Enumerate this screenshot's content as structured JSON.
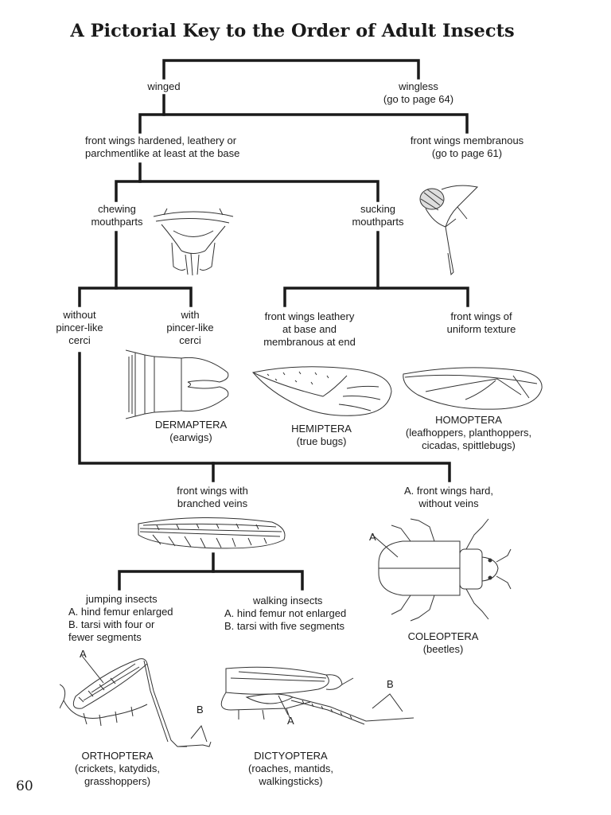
{
  "title": "A Pictorial Key to the Order of Adult Insects",
  "page_number": "60",
  "nodes": {
    "winged": "winged",
    "wingless": [
      "wingless",
      "(go to page 64)"
    ],
    "front_wings_hardened": [
      "front wings hardened, leathery or",
      "parchmentlike at least at the base"
    ],
    "front_wings_membranous": [
      "front wings membranous",
      "(go to page 61)"
    ],
    "chewing": [
      "chewing",
      "mouthparts"
    ],
    "sucking": [
      "sucking",
      "mouthparts"
    ],
    "without_cerci": [
      "without",
      "pincer-like",
      "cerci"
    ],
    "with_cerci": [
      "with",
      "pincer-like",
      "cerci"
    ],
    "leathery_base": [
      "front wings leathery",
      "at base and",
      "membranous at end"
    ],
    "uniform_texture": [
      "front wings of",
      "uniform texture"
    ],
    "dermaptera": [
      "DERMAPTERA",
      "(earwigs)"
    ],
    "hemiptera": [
      "HEMIPTERA",
      "(true bugs)"
    ],
    "homoptera": [
      "HOMOPTERA",
      "(leafhoppers, planthoppers,",
      "cicadas, spittlebugs)"
    ],
    "branched_veins": [
      "front wings with",
      "branched veins"
    ],
    "hard_no_veins": [
      "A. front wings hard,",
      "without veins"
    ],
    "coleoptera": [
      "COLEOPTERA",
      "(beetles)"
    ],
    "jumping": [
      "jumping insects",
      "A. hind femur enlarged",
      "B. tarsi with four or",
      "fewer segments"
    ],
    "walking": [
      "walking insects",
      "A. hind femur not enlarged",
      "B. tarsi with five segments"
    ],
    "orthoptera": [
      "ORTHOPTERA",
      "(crickets, katydids,",
      "grasshoppers)"
    ],
    "dictyoptera": [
      "DICTYOPTERA",
      "(roaches, mantids,",
      "walkingsticks)"
    ]
  },
  "callouts": {
    "beetle_a": "A",
    "ortho_a": "A",
    "ortho_b": "B",
    "dicty_a": "A",
    "dicty_b": "B"
  }
}
